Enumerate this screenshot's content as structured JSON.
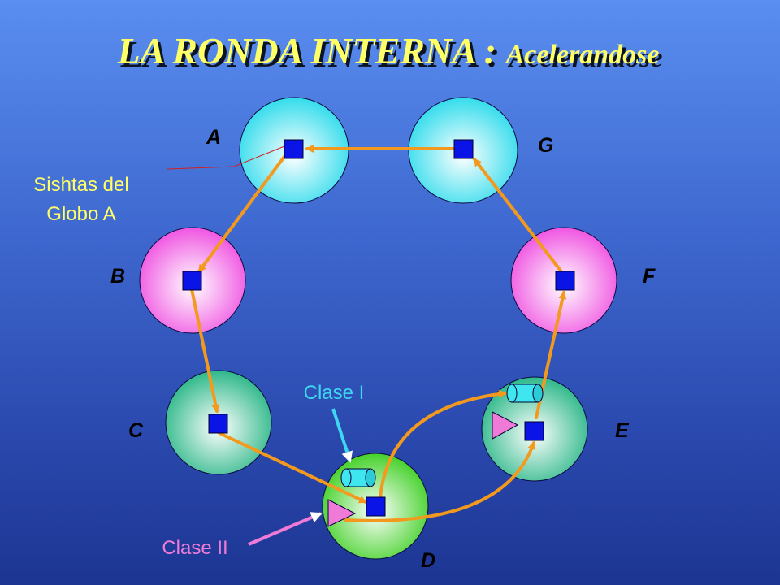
{
  "slide": {
    "title_main": "LA RONDA INTERNA :",
    "title_sub": "Acelerandose"
  },
  "globes": {
    "A": {
      "label": "A"
    },
    "B": {
      "label": "B"
    },
    "C": {
      "label": "C"
    },
    "D": {
      "label": "D"
    },
    "E": {
      "label": "E"
    },
    "F": {
      "label": "F"
    },
    "G": {
      "label": "G"
    }
  },
  "annotations": {
    "sishtas_line1": "Sishtas del",
    "sishtas_line2": "Globo A",
    "clase_i": "Clase I",
    "clase_ii": "Clase II"
  },
  "colors": {
    "arrow": "#f39a1e",
    "node": "#0a14e6",
    "clase_i_text": "#3fd6f0",
    "clase_ii_text": "#f07ad8",
    "sishtas_text": "#ffff66",
    "title_text": "#ffff66"
  }
}
